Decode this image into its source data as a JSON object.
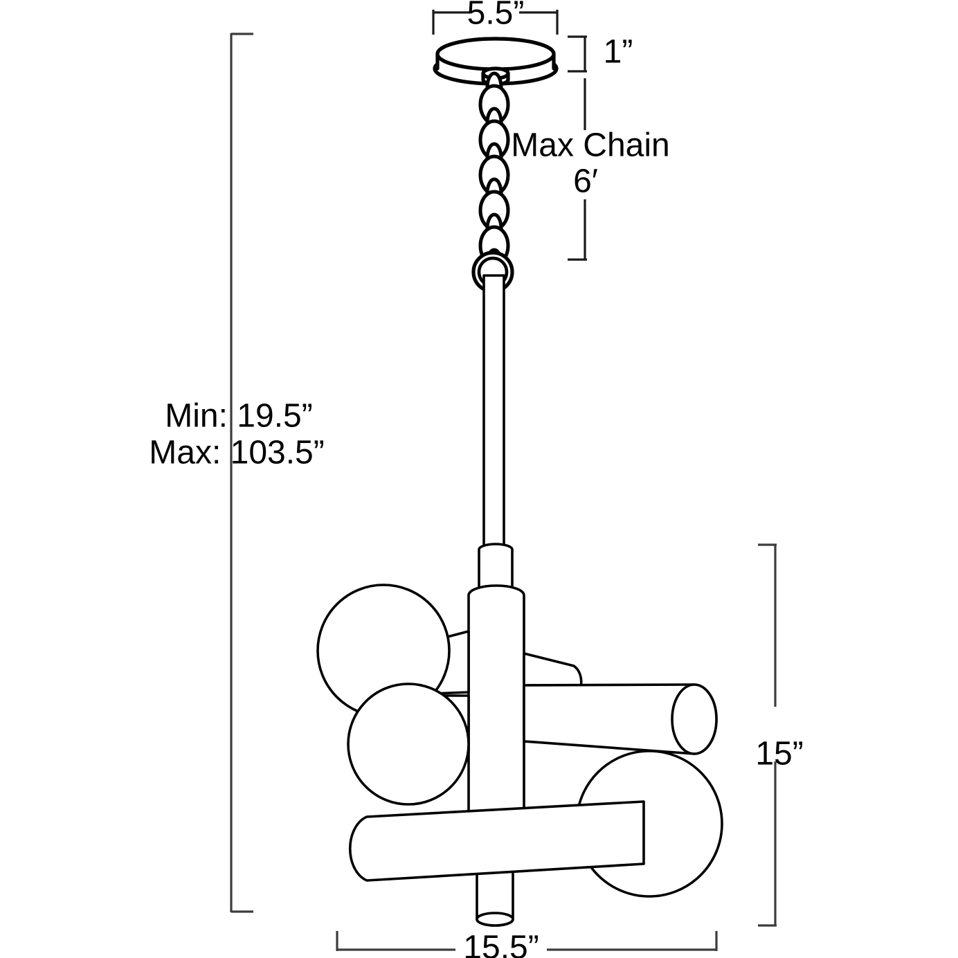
{
  "drawing": {
    "title": "Pendant light fixture dimension drawing",
    "units": "inches",
    "dimensions": {
      "canopy_width": "5.5”",
      "canopy_height": "1”",
      "max_chain_label": "Max Chain",
      "max_chain_value": "6′",
      "overall_min": "Min: 19.5”",
      "overall_max": "Max: 103.5”",
      "fixture_height": "15”",
      "fixture_width": "15.5”"
    },
    "colors": {
      "line": "#000000",
      "dimension_line": "#3c3c3c",
      "fill": "#ffffff",
      "background": "#ffffff"
    },
    "parts": [
      "canopy",
      "chain",
      "loop-ring",
      "downrod",
      "collar",
      "body-cylinder",
      "arm-upper-left",
      "arm-left",
      "arm-upper-right",
      "arm-lower",
      "globe-upper-left",
      "globe-left",
      "globe-lower-right"
    ]
  }
}
